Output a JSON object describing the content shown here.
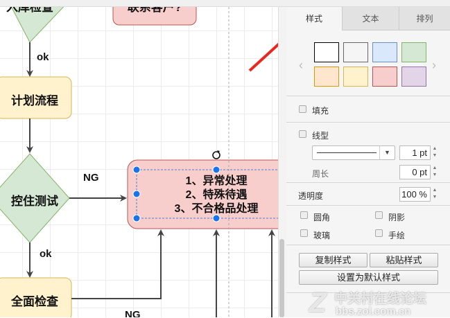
{
  "canvas": {
    "shapes": {
      "top_diamond": "入库检查",
      "top_pink_box": "联系客户?",
      "plan_box": "计划流程",
      "control_diamond": "控住测试",
      "full_check_box": "全面检查",
      "selected_box_lines": [
        "1、异常处理",
        "2、特殊待遇",
        "3、不合格品处理"
      ]
    },
    "edge_labels": {
      "ok1": "ok",
      "ok2": "ok",
      "ng1": "NG",
      "ng2": "NG"
    }
  },
  "panel": {
    "tabs": [
      {
        "label": "样式",
        "active": true
      },
      {
        "label": "文本"
      },
      {
        "label": "排列"
      }
    ],
    "swatches": [
      {
        "fill": "#ffffff",
        "stroke": "#000000"
      },
      {
        "fill": "#f5f5f5",
        "stroke": "#666666"
      },
      {
        "fill": "#dae8fc",
        "stroke": "#6c8ebf"
      },
      {
        "fill": "#d5e8d4",
        "stroke": "#82b366"
      },
      {
        "fill": "#ffe6cc",
        "stroke": "#d79b00"
      },
      {
        "fill": "#fff2cc",
        "stroke": "#d6b656"
      },
      {
        "fill": "#f8cecc",
        "stroke": "#b85450"
      },
      {
        "fill": "#e1d5e7",
        "stroke": "#9673a6"
      }
    ],
    "fill_label": "填充",
    "line_label": "线型",
    "line_width": "1 pt",
    "perimeter_label": "周长",
    "perimeter_value": "0 pt",
    "opacity_label": "透明度",
    "opacity_value": "100 %",
    "options": [
      "圆角",
      "阴影",
      "玻璃",
      "手绘"
    ],
    "copy_style": "复制样式",
    "paste_style": "粘贴样式",
    "set_default": "设置为默认样式"
  },
  "watermark": {
    "text1": "中关村在线论坛",
    "text2": "bbs.zol.com.cn"
  }
}
